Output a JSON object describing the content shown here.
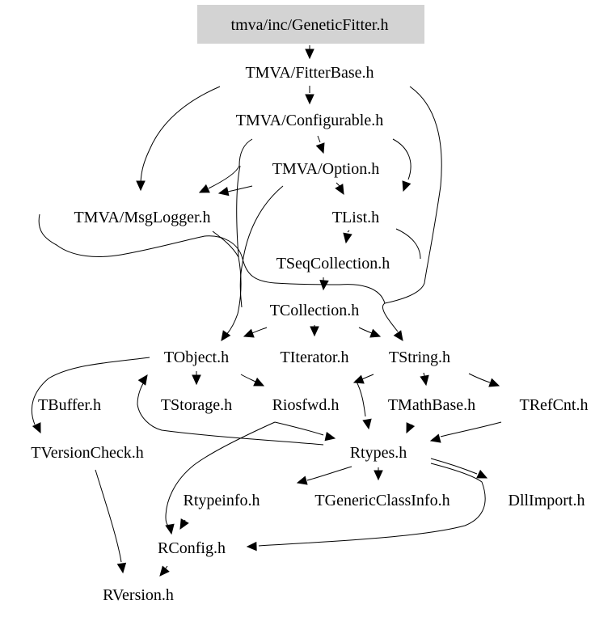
{
  "graph": {
    "title": "tmva/inc/GeneticFitter.h",
    "root_fill": "#d3d3d3",
    "nodes": [
      {
        "id": "GeneticFitter",
        "label": "tmva/inc/GeneticFitter.h",
        "root": true
      },
      {
        "id": "FitterBase",
        "label": "TMVA/FitterBase.h"
      },
      {
        "id": "Configurable",
        "label": "TMVA/Configurable.h"
      },
      {
        "id": "Option",
        "label": "TMVA/Option.h"
      },
      {
        "id": "MsgLogger",
        "label": "TMVA/MsgLogger.h"
      },
      {
        "id": "TList",
        "label": "TList.h"
      },
      {
        "id": "TSeqCollection",
        "label": "TSeqCollection.h"
      },
      {
        "id": "TCollection",
        "label": "TCollection.h"
      },
      {
        "id": "TObject",
        "label": "TObject.h"
      },
      {
        "id": "TIterator",
        "label": "TIterator.h"
      },
      {
        "id": "TString",
        "label": "TString.h"
      },
      {
        "id": "TBuffer",
        "label": "TBuffer.h"
      },
      {
        "id": "TStorage",
        "label": "TStorage.h"
      },
      {
        "id": "Riosfwd",
        "label": "Riosfwd.h"
      },
      {
        "id": "TMathBase",
        "label": "TMathBase.h"
      },
      {
        "id": "TRefCnt",
        "label": "TRefCnt.h"
      },
      {
        "id": "TVersionCheck",
        "label": "TVersionCheck.h"
      },
      {
        "id": "Rtypes",
        "label": "Rtypes.h"
      },
      {
        "id": "Rtypeinfo",
        "label": "Rtypeinfo.h"
      },
      {
        "id": "TGenericClassInfo",
        "label": "TGenericClassInfo.h"
      },
      {
        "id": "DllImport",
        "label": "DllImport.h"
      },
      {
        "id": "RConfig",
        "label": "RConfig.h"
      },
      {
        "id": "RVersion",
        "label": "RVersion.h"
      }
    ],
    "edges": [
      {
        "from": "GeneticFitter",
        "to": "FitterBase"
      },
      {
        "from": "FitterBase",
        "to": "Configurable"
      },
      {
        "from": "FitterBase",
        "to": "MsgLogger"
      },
      {
        "from": "FitterBase",
        "to": "TString"
      },
      {
        "from": "Configurable",
        "to": "Option"
      },
      {
        "from": "Configurable",
        "to": "MsgLogger"
      },
      {
        "from": "Configurable",
        "to": "TList"
      },
      {
        "from": "Configurable",
        "to": "TObject"
      },
      {
        "from": "Option",
        "to": "MsgLogger"
      },
      {
        "from": "Option",
        "to": "TList"
      },
      {
        "from": "Option",
        "to": "TObject"
      },
      {
        "from": "Option",
        "to": "TString"
      },
      {
        "from": "MsgLogger",
        "to": "TObject"
      },
      {
        "from": "MsgLogger",
        "to": "TString"
      },
      {
        "from": "TList",
        "to": "TSeqCollection"
      },
      {
        "from": "TList",
        "to": "TString"
      },
      {
        "from": "TSeqCollection",
        "to": "TCollection"
      },
      {
        "from": "TCollection",
        "to": "TObject"
      },
      {
        "from": "TCollection",
        "to": "TIterator"
      },
      {
        "from": "TCollection",
        "to": "TString"
      },
      {
        "from": "TObject",
        "to": "TStorage"
      },
      {
        "from": "TObject",
        "to": "Riosfwd"
      },
      {
        "from": "TObject",
        "to": "TVersionCheck"
      },
      {
        "from": "TIterator",
        "to": "Rtypes"
      },
      {
        "from": "TString",
        "to": "TIterator"
      },
      {
        "from": "TString",
        "to": "TMathBase"
      },
      {
        "from": "TString",
        "to": "TRefCnt"
      },
      {
        "from": "Riosfwd",
        "to": "Rtypes"
      },
      {
        "from": "Riosfwd",
        "to": "RConfig"
      },
      {
        "from": "Rtypes",
        "to": "TObject"
      },
      {
        "from": "TMathBase",
        "to": "Rtypes"
      },
      {
        "from": "TRefCnt",
        "to": "Rtypes"
      },
      {
        "from": "TVersionCheck",
        "to": "RVersion"
      },
      {
        "from": "Rtypes",
        "to": "Rtypeinfo"
      },
      {
        "from": "Rtypes",
        "to": "TGenericClassInfo"
      },
      {
        "from": "Rtypes",
        "to": "DllImport"
      },
      {
        "from": "Rtypes",
        "to": "RConfig"
      },
      {
        "from": "Rtypeinfo",
        "to": "RConfig"
      },
      {
        "from": "RConfig",
        "to": "RVersion"
      }
    ]
  }
}
